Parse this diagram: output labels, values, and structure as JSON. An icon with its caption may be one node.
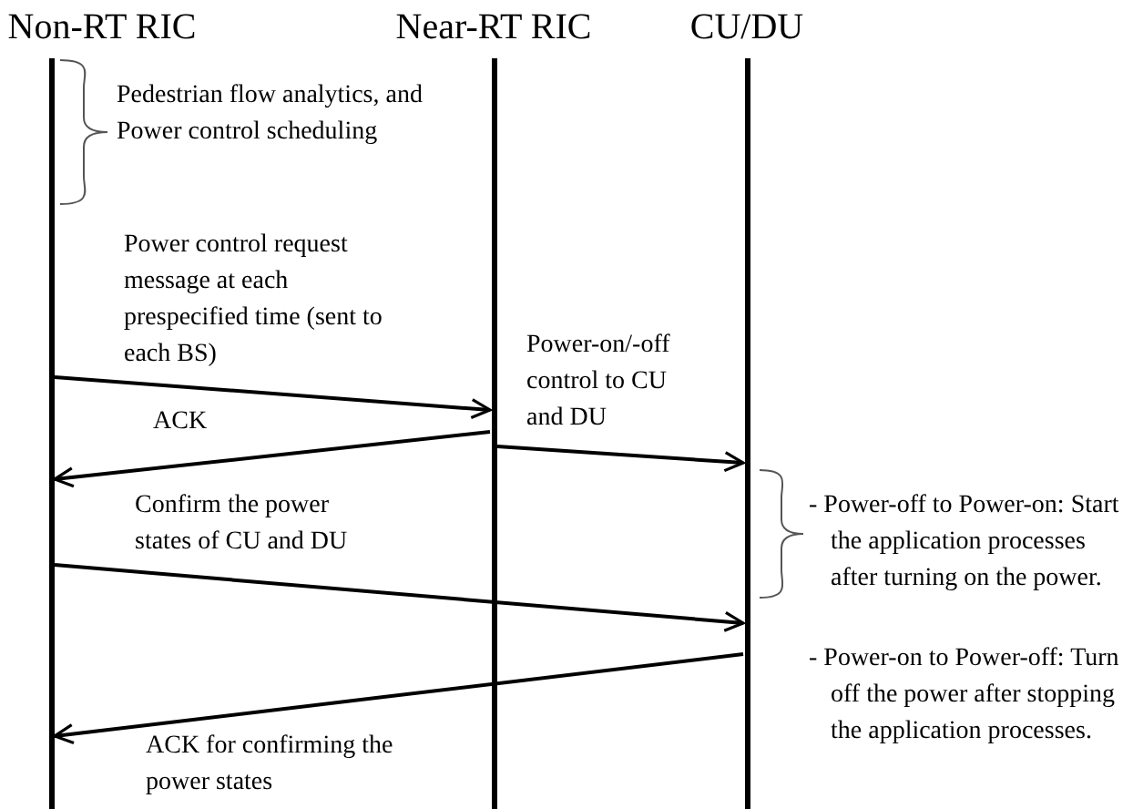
{
  "diagram": {
    "nodes": [
      {
        "text": [
          "Non-RT RIC"
        ]
      },
      {
        "text": [
          "Near-RT RIC"
        ]
      },
      {
        "text": [
          "CU/DU"
        ]
      }
    ],
    "edges": [
      {
        "from": 0,
        "to": 1,
        "arrow": "to",
        "label": "Power control request message at each prespecified time (sent to each BS)"
      },
      {
        "from": 1,
        "to": 0,
        "arrow": "to",
        "label": "ACK"
      },
      {
        "from": 1,
        "to": 2,
        "arrow": "to",
        "label": "Power-on/-off control to CU and DU"
      },
      {
        "from": 0,
        "to": 2,
        "arrow": "to",
        "label": "Confirm the power states of CU and DU"
      },
      {
        "from": 2,
        "to": 0,
        "arrow": "to",
        "label": "ACK for confirming the power states"
      }
    ],
    "labels": [
      "Pedestrian flow analytics, and Power control scheduling",
      "- Power-off to Power-on: Start the application processes after turning on the power.",
      "- Power-on to Power-off: Turn off the power after stopping the application processes."
    ]
  }
}
